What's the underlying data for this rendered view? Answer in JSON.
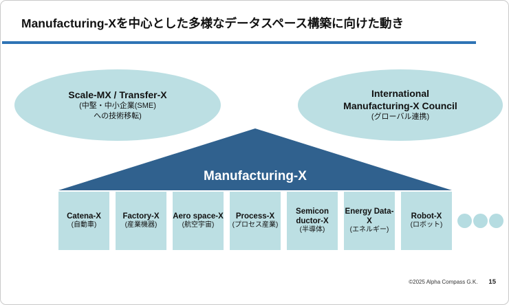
{
  "header": {
    "title": "Manufacturing-Xを中心とした多様なデータスペース構築に向けた動き"
  },
  "ellipses": {
    "left": {
      "title": "Scale-MX / Transfer-X",
      "subtitle_line1": "(中堅・中小企業(SME)",
      "subtitle_line2": "への技術移転)"
    },
    "right": {
      "title_line1": "International",
      "title_line2": "Manufacturing-X Council",
      "subtitle": "(グローバル連携)"
    }
  },
  "roof": {
    "label": "Manufacturing-X"
  },
  "pillars": [
    {
      "name": "Catena-X",
      "subtitle": "(自動車)"
    },
    {
      "name": "Factory-X",
      "subtitle": "(産業機器)"
    },
    {
      "name": "Aero space-X",
      "subtitle": "(航空宇宙)"
    },
    {
      "name": "Process-X",
      "subtitle": "(プロセス産業)"
    },
    {
      "name": "Semicon ductor-X",
      "subtitle": "(半導体)"
    },
    {
      "name": "Energy Data-X",
      "subtitle": "(エネルギー)"
    },
    {
      "name": "Robot-X",
      "subtitle": "(ロボット)"
    }
  ],
  "dots_count": 3,
  "footer": {
    "copyright": "©2025 Alpha Compass G.K.",
    "page_number": "15"
  },
  "colors": {
    "title_rule": "#2e74b5",
    "shape_fill": "#bcdfe3",
    "roof_fill": "#30618e",
    "dot_fill": "#b5dce1"
  }
}
